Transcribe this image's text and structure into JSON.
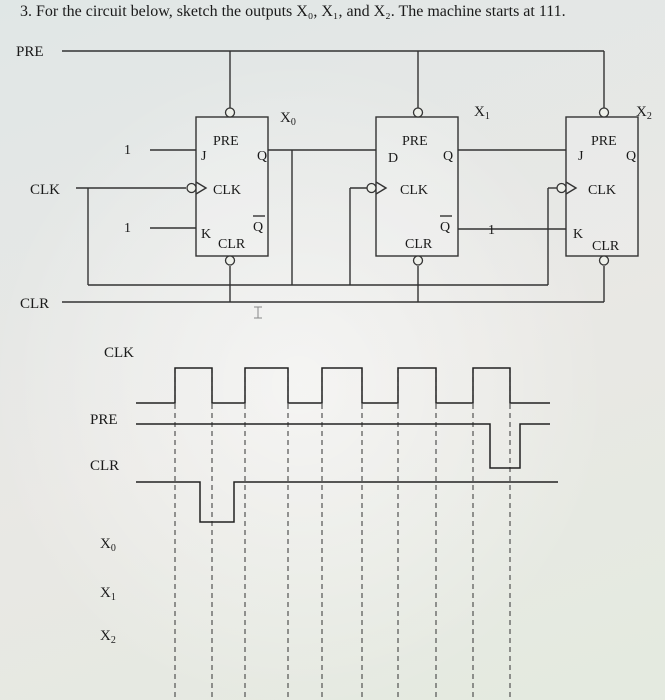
{
  "problem": {
    "number": "3.",
    "text": "For the circuit below, sketch the outputs X₀, X₁, and X₂. The machine starts at 111."
  },
  "lines": {
    "pre": "PRE",
    "clk": "CLK",
    "clr": "CLR"
  },
  "flipflops": [
    {
      "type": "JK",
      "in_top": "J",
      "in_bottom": "K",
      "pre": "PRE",
      "clk": "CLK",
      "clr": "CLR",
      "q": "Q",
      "qbar": "Q",
      "output_main": "X",
      "output_sub": "0",
      "const_top": "1",
      "const_bottom": "1"
    },
    {
      "type": "D",
      "in_top": "D",
      "pre": "PRE",
      "clk": "CLK",
      "clr": "CLR",
      "q": "Q",
      "qbar": "Q",
      "output_main": "X",
      "output_sub": "1",
      "const_qbar": "1"
    },
    {
      "type": "JK",
      "in_top": "J",
      "in_bottom": "K",
      "pre": "PRE",
      "clk": "CLK",
      "clr": "CLR",
      "q": "Q",
      "output_main": "X",
      "output_sub": "2"
    }
  ],
  "timing": {
    "labels": {
      "clk": "CLK",
      "pre": "PRE",
      "clr": "CLR",
      "x0_main": "X",
      "x0_sub": "0",
      "x1_main": "X",
      "x1_sub": "1",
      "x2_main": "X",
      "x2_sub": "2"
    }
  },
  "colors": {
    "ink": "#1a1a1a",
    "wire": "#333333",
    "paper": "#e8eae4"
  }
}
